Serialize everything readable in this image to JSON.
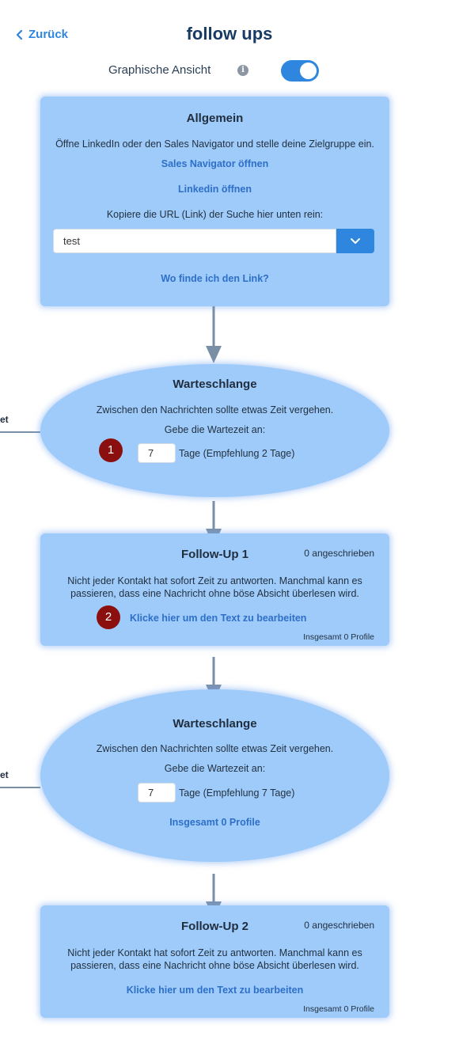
{
  "header": {
    "back_label": "Zurück",
    "title": "follow ups"
  },
  "view_toggle": {
    "label": "Graphische Ansicht",
    "info_glyph": "i",
    "enabled": true
  },
  "general": {
    "title": "Allgemein",
    "description": "Öffne LinkedIn oder den Sales Navigator und stelle deine Zielgruppe ein.",
    "sales_navigator_link": "Sales Navigator öffnen",
    "linkedin_link": "Linkedin öffnen",
    "copy_instruction": "Kopiere die URL (Link) der Suche hier unten rein:",
    "url_value": "test",
    "help_link": "Wo finde ich den Link?"
  },
  "queue_1": {
    "title": "Warteschlange",
    "text": "Zwischen den Nachrichten sollte etwas Zeit vergehen.",
    "prompt": "Gebe die Wartezeit an:",
    "days_value": "7",
    "days_hint": "Tage (Empfehlung 2 Tage)",
    "badge": "1",
    "side_label": "et"
  },
  "followup_1": {
    "title": "Follow-Up 1",
    "count": "0 angeschrieben",
    "text_line_1": "Nicht jeder Kontakt hat sofort Zeit zu antworten. Manchmal kann es",
    "text_line_2": "passieren, dass eine Nachricht ohne böse Absicht überlesen wird.",
    "edit_link": "Klicke hier um den Text zu bearbeiten",
    "total": "Insgesamt 0 Profile",
    "badge": "2"
  },
  "queue_2": {
    "title": "Warteschlange",
    "text": "Zwischen den Nachrichten sollte etwas Zeit vergehen.",
    "prompt": "Gebe die Wartezeit an:",
    "days_value": "7",
    "days_hint": "Tage (Empfehlung 7 Tage)",
    "total_link": "Insgesamt 0 Profile",
    "side_label": "et"
  },
  "followup_2": {
    "title": "Follow-Up 2",
    "count": "0 angeschrieben",
    "text_line_1": "Nicht jeder Kontakt hat sofort Zeit zu antworten. Manchmal kann es",
    "text_line_2": "passieren, dass eine Nachricht ohne böse Absicht überlesen wird.",
    "edit_link": "Klicke hier um den Text zu bearbeiten",
    "total": "Insgesamt 0 Profile"
  },
  "colors": {
    "accent": "#2e86de",
    "card_bg": "#9fcbfb",
    "link": "#2e6fc7",
    "badge": "#8b0f0f",
    "connector": "#7a8fa6"
  },
  "icons": {
    "back": "chevron-left-icon",
    "info": "info-icon",
    "dropdown": "chevron-down-icon",
    "connector": "arrow-down-icon"
  }
}
